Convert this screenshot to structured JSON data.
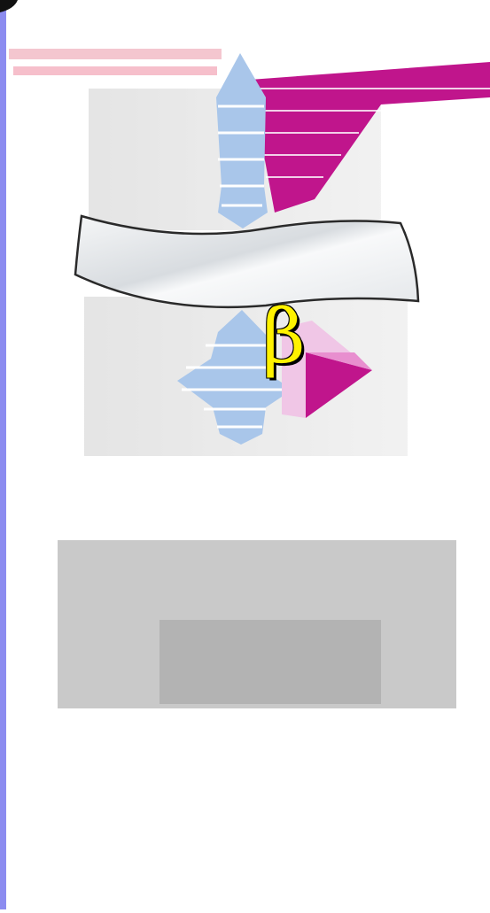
{
  "figure": {
    "particle_label": "β",
    "colors": {
      "background": "#ffffff",
      "left_border": "#8c8cf0",
      "particle_ball": "#d8261a",
      "deflected_track": "#e8202a",
      "undeflected_track": "#1f5fb8",
      "blue_distribution": "#a9c6ea",
      "magenta_distribution": "#c0158c",
      "pink_distribution": "#e88fcf",
      "label": "#fff200",
      "detector_block": "#5f666d"
    },
    "icons": [
      "particle-ball",
      "absorber-sheet",
      "distribution-spindle",
      "detector-block"
    ]
  }
}
